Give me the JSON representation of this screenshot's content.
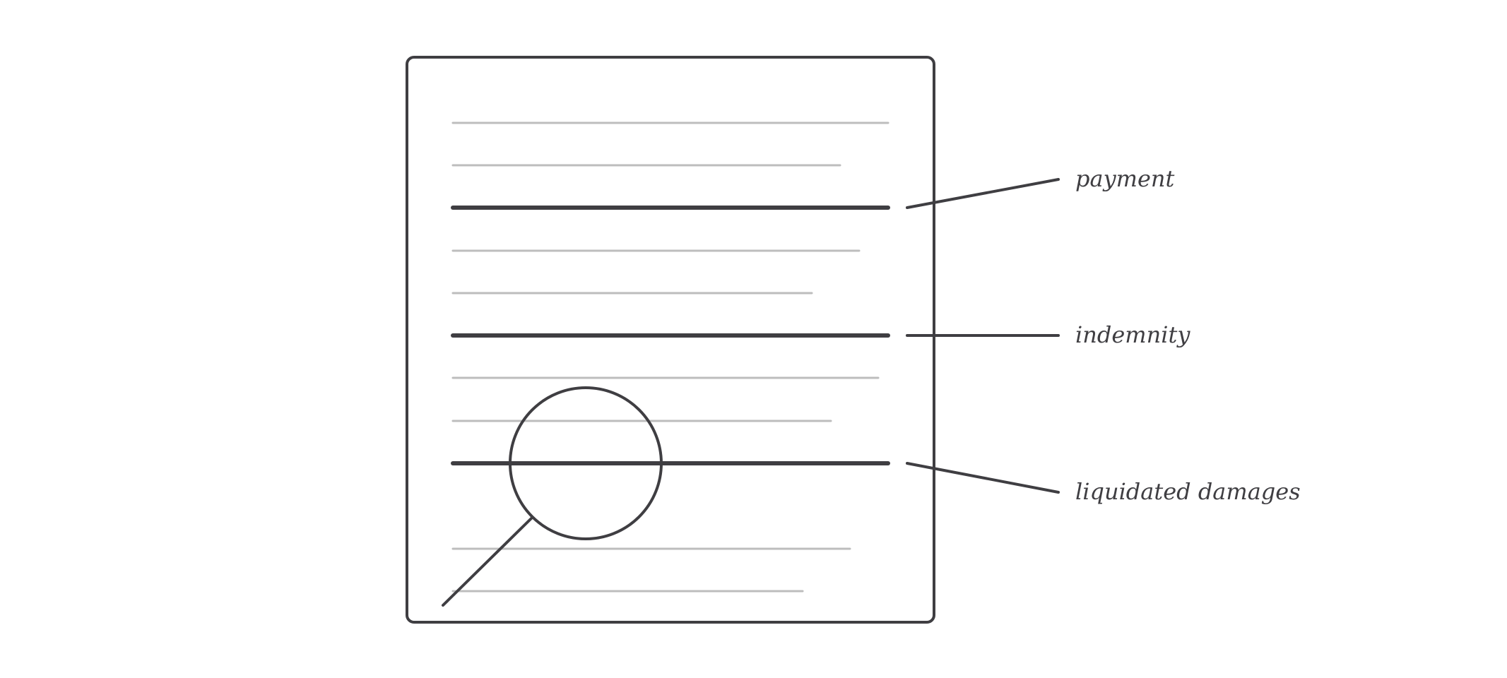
{
  "colors": {
    "ink": "#3f3e42",
    "faint_line": "#bdbdbd",
    "paper": "#ffffff"
  },
  "document": {
    "icon": "document-page-icon",
    "magnifier_icon": "magnifying-glass-icon"
  },
  "callouts": [
    {
      "label": "payment"
    },
    {
      "label": "indemnity"
    },
    {
      "label": "liquidated damages"
    }
  ]
}
